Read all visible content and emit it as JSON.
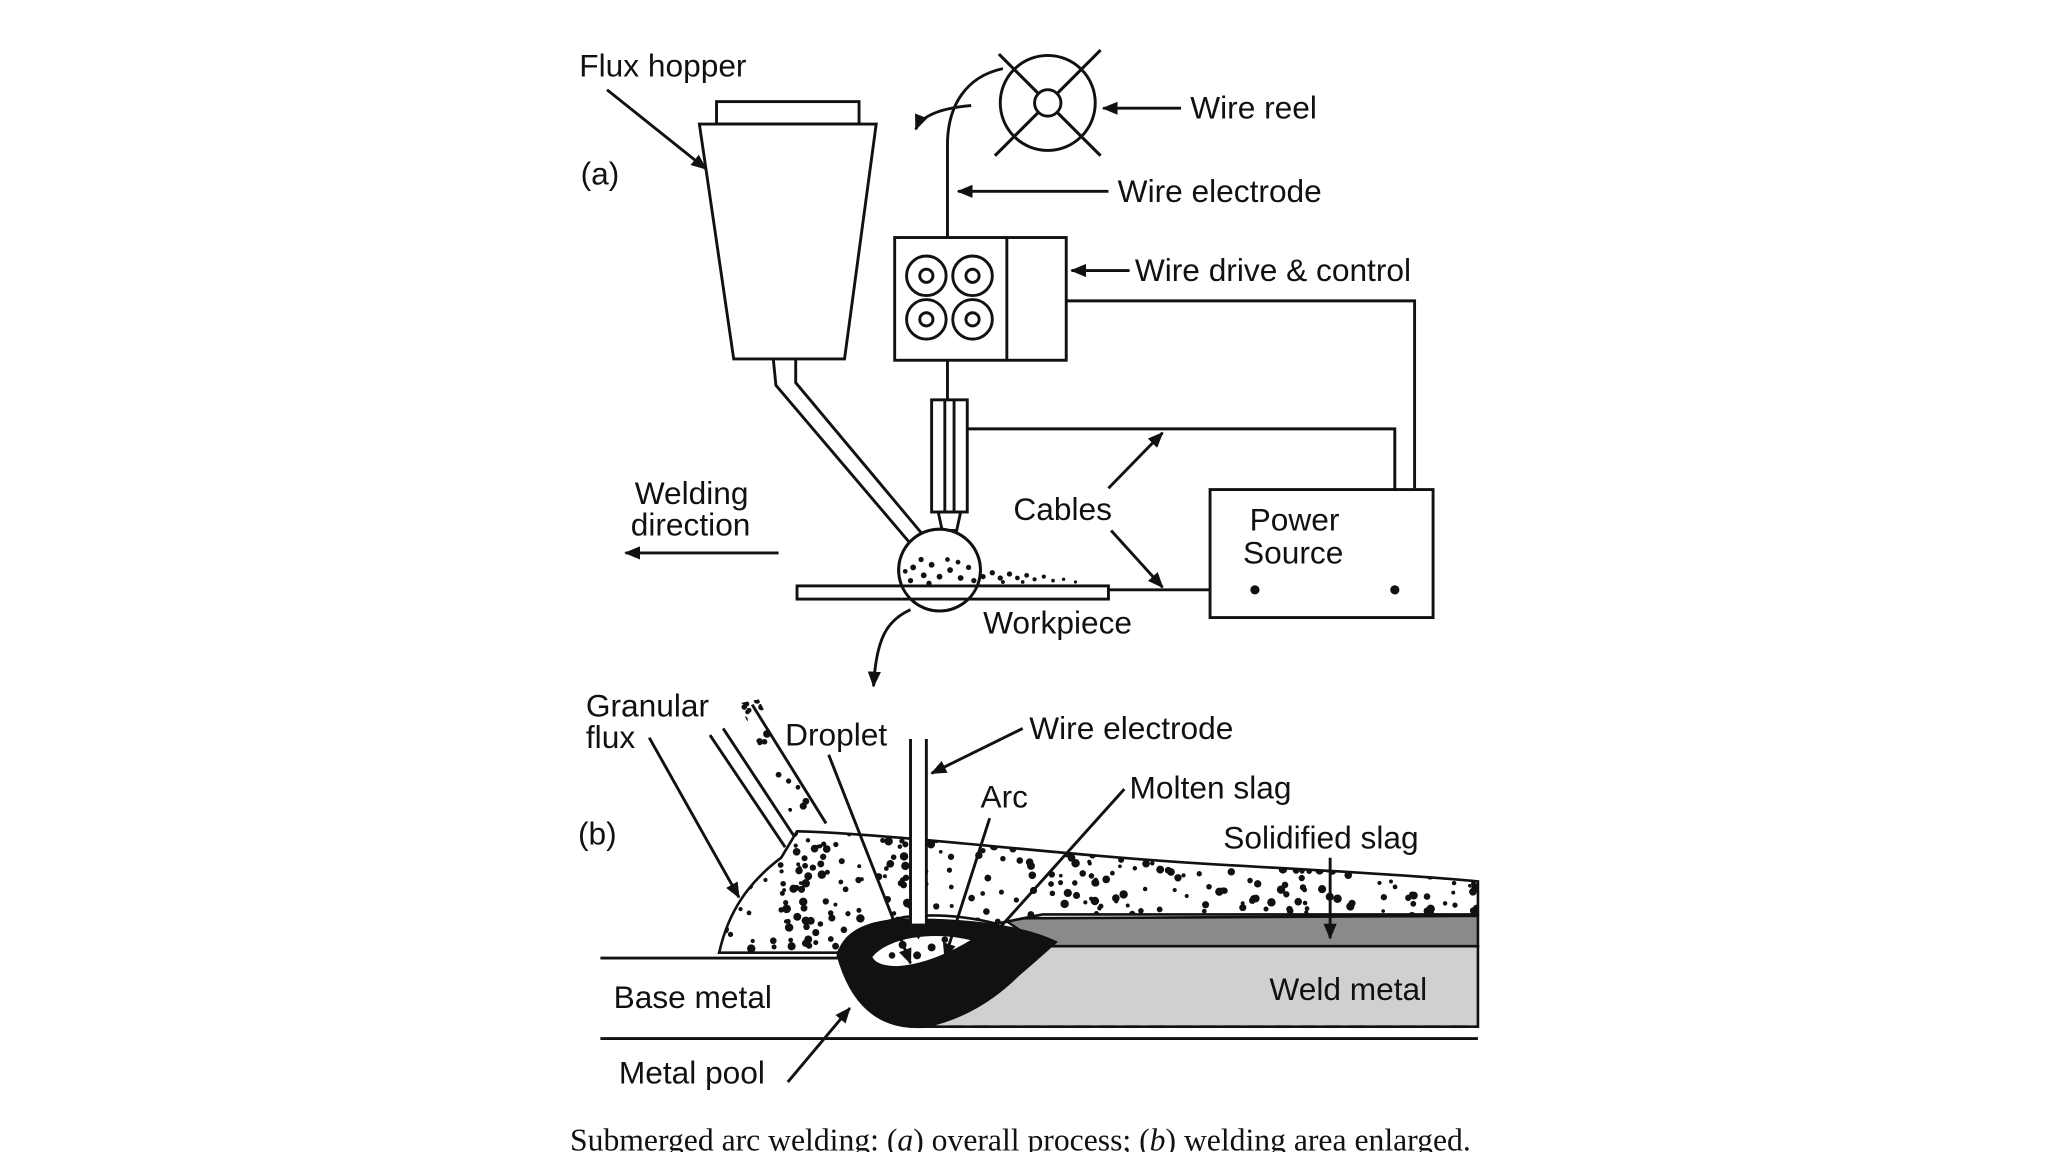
{
  "figure": {
    "panel_a": {
      "label": "(a)",
      "flux_hopper": "Flux hopper",
      "wire_reel": "Wire reel",
      "wire_electrode": "Wire electrode",
      "wire_drive": "Wire drive & control",
      "welding_direction_line1": "Welding",
      "welding_direction_line2": "direction",
      "cables": "Cables",
      "power_source_line1": "Power",
      "power_source_line2": "Source",
      "workpiece": "Workpiece"
    },
    "panel_b": {
      "label": "(b)",
      "granular_flux_line1": "Granular",
      "granular_flux_line2": "flux",
      "droplet": "Droplet",
      "wire_electrode": "Wire electrode",
      "arc": "Arc",
      "molten_slag": "Molten slag",
      "solidified_slag": "Solidified slag",
      "base_metal": "Base metal",
      "weld_metal": "Weld metal",
      "metal_pool": "Metal pool"
    },
    "caption": {
      "part1": "Submerged arc welding: (",
      "a": "a",
      "part2": ") overall process; (",
      "b": "b",
      "part3": ") welding area enlarged."
    },
    "colors": {
      "ink": "#111111",
      "weld_metal_fill": "#d0d0d0",
      "solidified_slag_fill": "#8a8a8a"
    }
  }
}
